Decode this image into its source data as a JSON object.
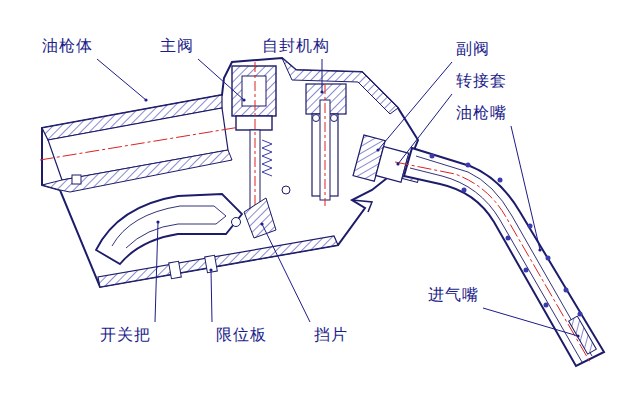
{
  "diagram": {
    "labels": [
      "油枪体",
      "主阀",
      "自封机构",
      "副阀",
      "转接套",
      "油枪嘴",
      "进气嘴",
      "开关把",
      "限位板",
      "挡片"
    ]
  }
}
